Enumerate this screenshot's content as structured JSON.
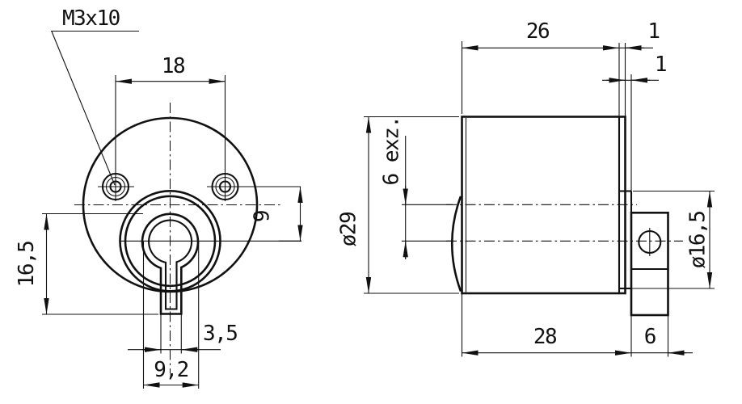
{
  "drawing": {
    "background": "#ffffff",
    "line_color": "#111111",
    "views": {
      "front_view": {
        "name": "front view",
        "labels": {
          "thread_callout": "M3x10",
          "hole_spacing": "18",
          "offset_9": "9",
          "height_16_5": "16,5",
          "slot_width": "3,5",
          "keyhole_width": "9,2"
        }
      },
      "side_view": {
        "name": "side view",
        "labels": {
          "body_length": "26",
          "plate_thickness": "1",
          "boss_thickness": "1",
          "body_diameter": "ø29",
          "eccentricity": "6 exz.",
          "disc_diameter": "ø16,5",
          "overall_length": "28",
          "disc_thickness": "6"
        }
      }
    }
  }
}
